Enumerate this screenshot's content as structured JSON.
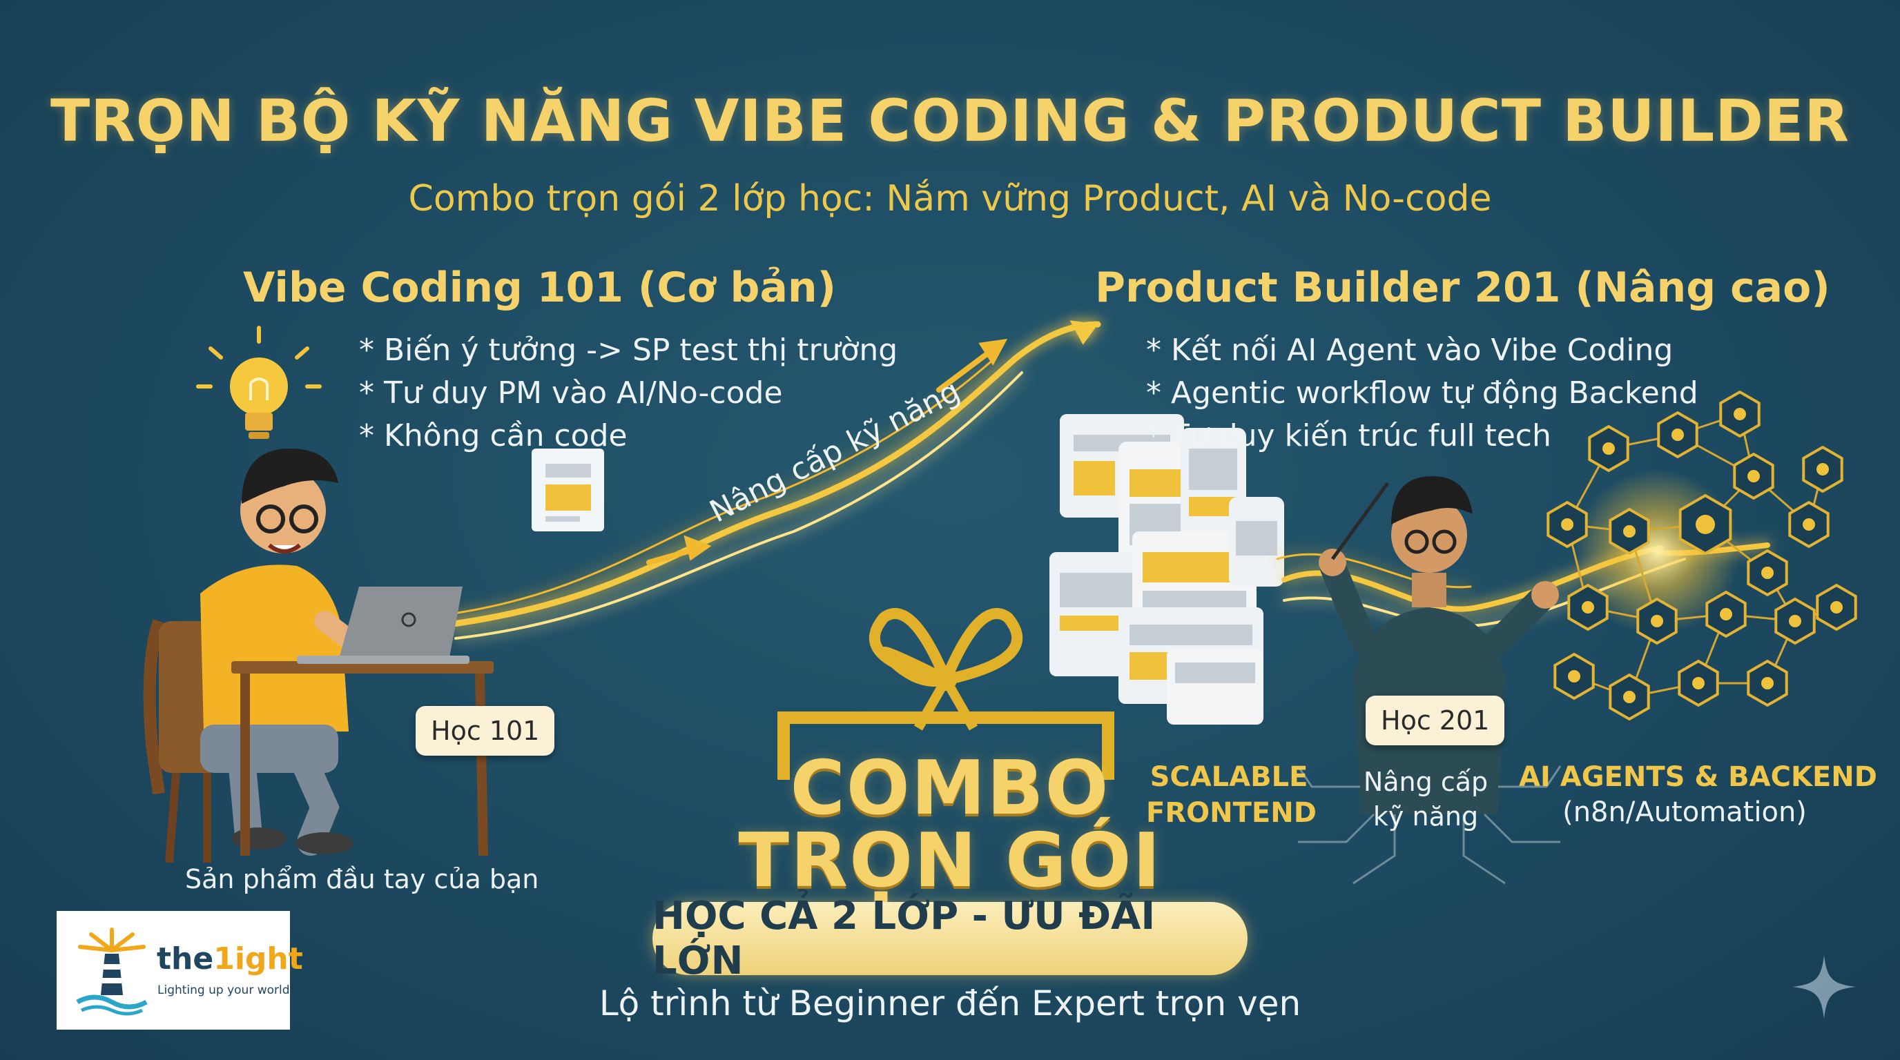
{
  "title": "TRỌN BỘ KỸ NĂNG VIBE CODING & PRODUCT BUILDER",
  "subtitle": "Combo trọn gói 2 lớp học: Nắm vững Product, AI và No-code",
  "course_101": {
    "heading": "Vibe Coding 101 (Cơ bản)",
    "bullets": [
      "* Biến ý tưởng -> SP test thị trường",
      "* Tư duy PM vào AI/No-code",
      "* Không cần code"
    ],
    "badge": "Học 101",
    "caption": "Sản phẩm đầu tay của bạn"
  },
  "course_201": {
    "heading": "Product Builder 201 (Nâng cao)",
    "bullets": [
      "* Kết nối AI Agent vào Vibe Coding",
      "* Agentic workflow tự động Backend",
      "* Tư duy kiến trúc full tech"
    ],
    "badge": "Học 201",
    "upgrade_line1": "Nâng cấp",
    "upgrade_line2": "kỹ năng",
    "frontend_line1": "SCALABLE",
    "frontend_line2": "FRONTEND",
    "backend_line1": "AI AGENTS & BACKEND",
    "backend_line2": "(n8n/Automation)"
  },
  "path_label": "Nâng cấp kỹ năng",
  "combo": {
    "line1": "COMBO",
    "line2": "TRỌN GÓI",
    "pill": "HỌC CẢ 2 LỚP - ƯU ĐÃI LỚN",
    "footer": "Lộ trình từ Beginner đến Expert trọn vẹn"
  },
  "logo": {
    "word_a": "the",
    "word_b": "1ight",
    "tagline": "Lighting up your world"
  },
  "colors": {
    "background": "#1d4a61",
    "accent_gold": "#f6d36a",
    "text_light": "#eef3f5"
  }
}
